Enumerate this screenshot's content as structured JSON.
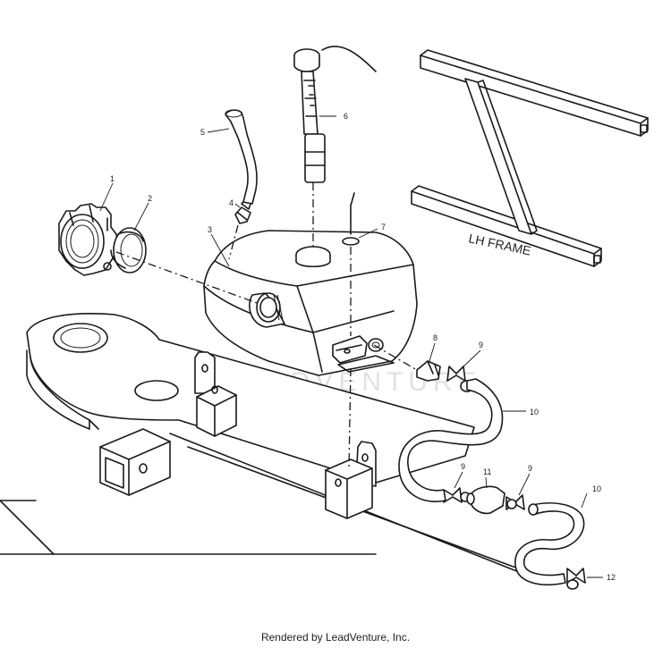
{
  "diagram": {
    "frame_label": "LH FRAME",
    "watermark": "LEADVENTURE",
    "callouts": [
      "1",
      "2",
      "3",
      "4",
      "5",
      "6",
      "7",
      "8",
      "9",
      "9",
      "9",
      "10",
      "10",
      "11",
      "12"
    ]
  },
  "footer": {
    "text": "Rendered by LeadVenture, Inc."
  }
}
